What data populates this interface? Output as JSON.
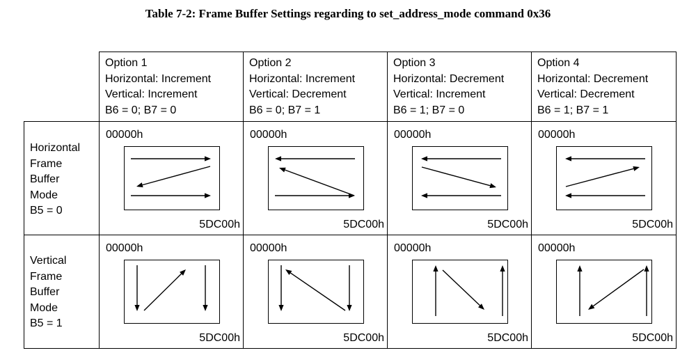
{
  "title": "Table 7-2: Frame Buffer Settings regarding to set_address_mode command 0x36",
  "options": [
    {
      "name": "Option 1",
      "horizontal": "Horizontal: Increment",
      "vertical": "Vertical: Increment",
      "bits": "B6 = 0; B7 = 0"
    },
    {
      "name": "Option 2",
      "horizontal": "Horizontal: Increment",
      "vertical": "Vertical: Decrement",
      "bits": "B6 = 0; B7 = 1"
    },
    {
      "name": "Option 3",
      "horizontal": "Horizontal: Decrement",
      "vertical": "Vertical: Increment",
      "bits": "B6 = 1; B7 = 0"
    },
    {
      "name": "Option 4",
      "horizontal": "Horizontal: Decrement",
      "vertical": "Vertical: Decrement",
      "bits": "B6 = 1; B7 = 1"
    }
  ],
  "modes": [
    {
      "lines": [
        "Horizontal",
        "Frame",
        "Buffer",
        "Mode",
        "B5 = 0"
      ]
    },
    {
      "lines": [
        "Vertical",
        "Frame",
        "Buffer",
        "Mode",
        "B5 = 1"
      ]
    }
  ],
  "start_address": "00000h",
  "end_address": "5DC00h"
}
